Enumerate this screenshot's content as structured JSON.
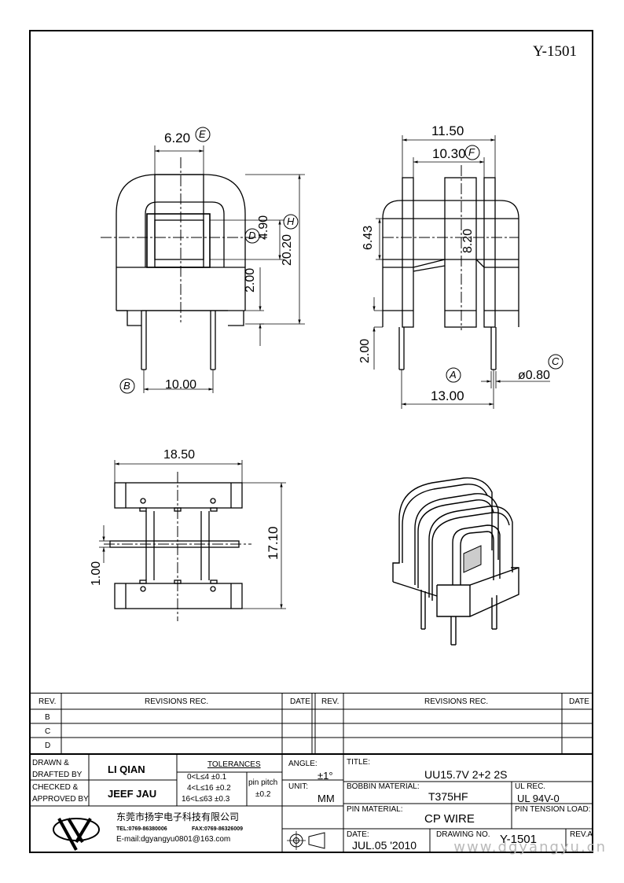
{
  "doc_number": "Y-1501",
  "dimensions": {
    "top_left_width": "6.20",
    "top_left_width_ref": "E",
    "top_left_window": "4.90",
    "top_left_window_ref": "H",
    "top_left_height": "20.20",
    "top_left_pin_length": "2.00",
    "top_left_center_ref": "D",
    "top_left_pin_spacing": "10.00",
    "top_left_pin_ref": "B",
    "top_right_overall": "11.50",
    "top_right_inner": "10.30",
    "top_right_inner_ref": "F",
    "top_right_upper": "6.43",
    "top_right_middle": "8.20",
    "top_right_pin_length": "2.00",
    "top_right_pin_ref": "A",
    "top_right_pin_diameter": "ø0.80",
    "top_right_pin_diameter_ref": "C",
    "top_right_pin_spacing": "13.00",
    "bottom_width": "18.50",
    "bottom_height": "17.10",
    "bottom_flange": "1.00"
  },
  "revisions": {
    "col_rev": "REV.",
    "col_rec": "REVISIONS   REC.",
    "col_date": "DATE",
    "rows": [
      "B",
      "C",
      "D"
    ]
  },
  "title_block": {
    "drawn_label": "DRAWN &\nDRAFTED BY",
    "drawn_label_1": "DRAWN &",
    "drawn_label_2": "DRAFTED BY",
    "drawn_name": "LI QIAN",
    "checked_label_1": "CHECKED &",
    "checked_label_2": "APPROVED BY",
    "checked_name": "JEEF JAU",
    "tolerances_label": "TOLERANCES",
    "tol_1": "0<L≤4   ±0.1",
    "tol_2": "4<L≤16  ±0.2",
    "tol_3": "16<L≤63 ±0.3",
    "pin_pitch_label": "pin pitch",
    "pin_pitch_value": "±0.2",
    "angle_label": "ANGLE:",
    "angle_value": "±1°",
    "unit_label": "UNIT:",
    "unit_value": "MM",
    "title_label": "TITLE:",
    "title_value": "UU15.7V 2+2 2S",
    "bobbin_label": "BOBBIN MATERIAL:",
    "bobbin_value": "T375HF",
    "ul_label": "UL REC.",
    "ul_value": "UL 94V-0",
    "pin_material_label": "PIN MATERIAL:",
    "pin_material_value": "CP WIRE",
    "pin_tension_label": "PIN TENSION LOAD:",
    "date_label": "DATE:",
    "date_value": "JUL.05 '2010",
    "drawing_no_label": "DRAWING NO.",
    "drawing_no_value": "Y-1501",
    "rev_label": "REV.A",
    "company_name": "东莞市扬宇电子科技有限公司",
    "company_tel": "TEL:0769-86380006",
    "company_fax": "FAX:0769-86326009",
    "company_email": "E-mail:dgyangyu0801@163.com",
    "logo_text": "YY"
  },
  "watermark": "www.dgyangyu.cn"
}
